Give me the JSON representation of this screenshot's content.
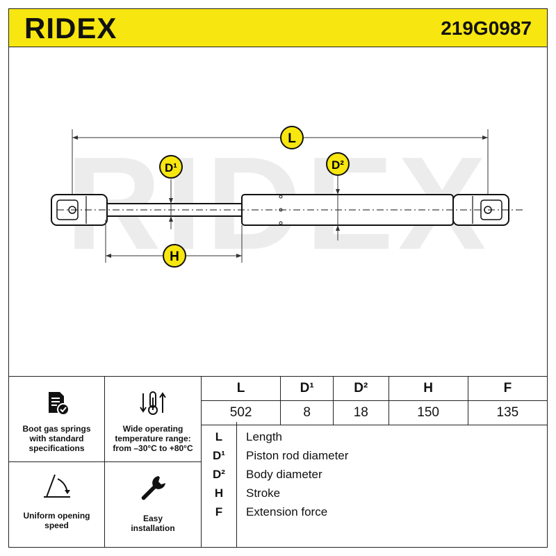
{
  "header": {
    "brand": "RIDEX",
    "part_number": "219G0987"
  },
  "drawing": {
    "watermark": "RIDEX",
    "labels": {
      "L": "L",
      "D1": "D¹",
      "D2": "D²",
      "H": "H"
    }
  },
  "features": [
    {
      "icon": "document-check-icon",
      "text": [
        "Boot gas springs",
        "with standard",
        "specifications"
      ]
    },
    {
      "icon": "thermometer-arrows-icon",
      "text": [
        "Wide operating",
        "temperature range:",
        "from –30°C to +80°C"
      ]
    },
    {
      "icon": "opening-angle-icon",
      "text": [
        "Uniform opening",
        "speed"
      ]
    },
    {
      "icon": "wrench-icon",
      "text": [
        "Easy",
        "installation"
      ]
    }
  ],
  "specs": {
    "headers": [
      "L",
      "D¹",
      "D²",
      "H",
      "F"
    ],
    "values": [
      "502",
      "8",
      "18",
      "150",
      "135"
    ]
  },
  "legend": [
    {
      "code": "L",
      "desc": "Length"
    },
    {
      "code": "D¹",
      "desc": "Piston rod diameter"
    },
    {
      "code": "D²",
      "desc": "Body diameter"
    },
    {
      "code": "H",
      "desc": "Stroke"
    },
    {
      "code": "F",
      "desc": "Extension force"
    }
  ]
}
